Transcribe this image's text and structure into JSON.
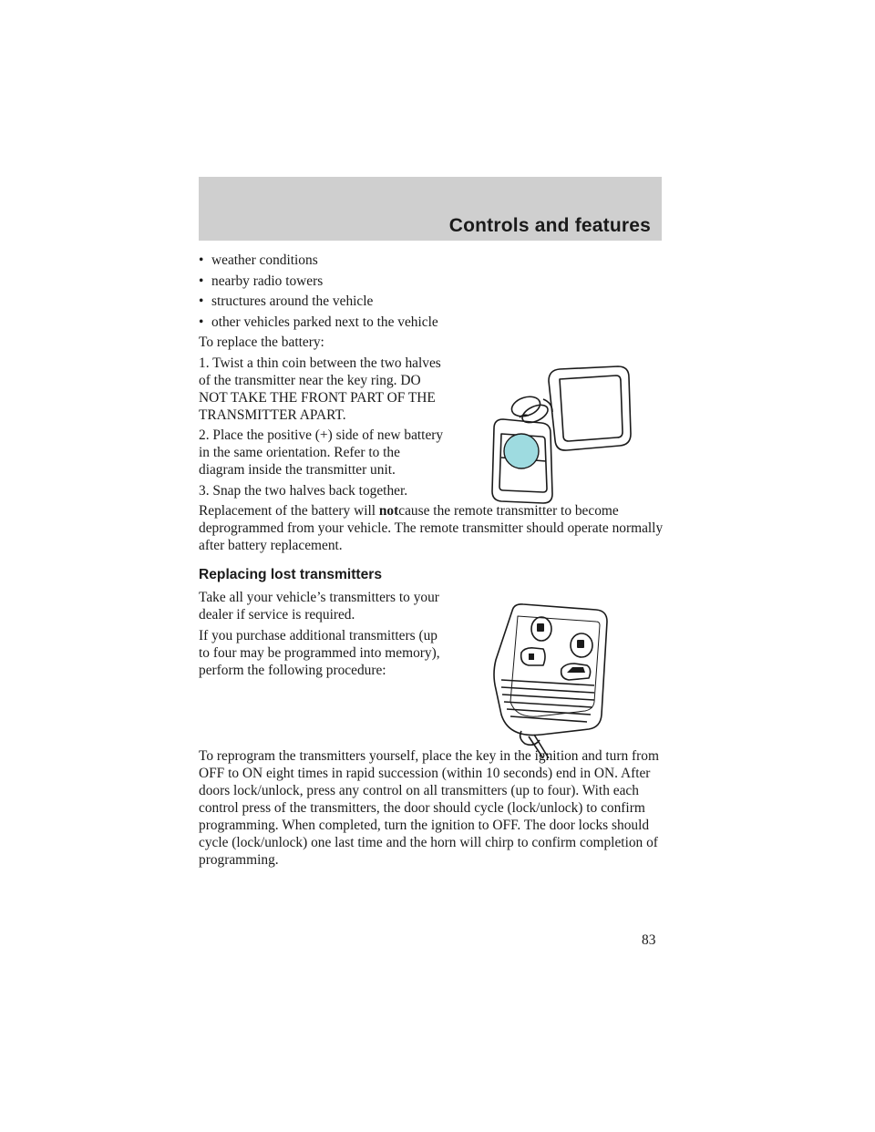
{
  "header": {
    "title": "Controls and features"
  },
  "bullets": [
    "weather conditions",
    "nearby radio towers",
    "structures around the vehicle",
    "other vehicles parked next to the vehicle"
  ],
  "battery": {
    "intro": "To replace the battery:",
    "step1": "1. Twist a thin coin between the two halves of the transmitter near the key ring. DO NOT TAKE THE FRONT PART OF THE TRANSMITTER APART.",
    "step2": "2. Place the positive (+) side of new battery in the same orientation. Refer to the diagram inside the transmitter unit.",
    "step3": "3. Snap the two halves back together.",
    "note_before": "Replacement of the battery will ",
    "note_bold": "not",
    "note_after": "cause the remote transmitter to become deprogrammed from your vehicle. The remote transmitter should operate normally after battery replacement."
  },
  "lost": {
    "heading": "Replacing lost transmitters",
    "para1": "Take all your vehicle’s transmitters to your dealer if service is required.",
    "para2": "If you purchase additional transmitters (up to four may be programmed into memory), perform the following procedure:",
    "para3": "To reprogram the transmitters yourself, place the key in the ignition and turn from OFF to ON eight times in rapid succession (within 10 seconds) end in ON. After doors lock/unlock, press any control on all transmitters (up to four). With each control press of the transmitters, the door should cycle (lock/unlock) to confirm programming. When completed, turn the ignition to OFF. The door locks should cycle (lock/unlock) one last time and the horn will chirp to confirm completion of programming."
  },
  "page_number": "83",
  "figures": {
    "battery_fig": {
      "battery_color": "#9edbe0",
      "icon": "transmitter-open-icon"
    },
    "remote_fig": {
      "icon": "keyfob-remote-icon"
    }
  }
}
